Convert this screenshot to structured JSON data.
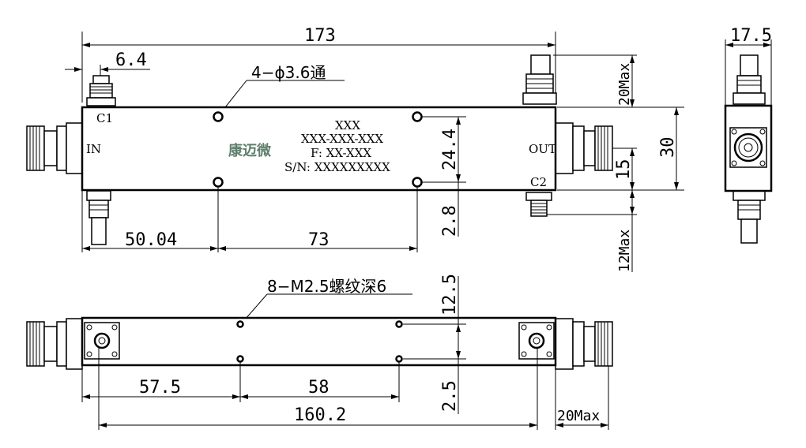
{
  "top_view": {
    "overall_length": "173",
    "connector_offset": "6.4",
    "hole_note": "4−ϕ3.6通",
    "height_20max": "20Max",
    "width_24_4": "24.4",
    "height_30": "30",
    "offset_15": "15",
    "offset_2_8": "2.8",
    "height_12max": "12Max",
    "dim_50_04": "50.04",
    "dim_73": "73",
    "port_c1": "C1",
    "port_c2": "C2",
    "port_in": "IN",
    "port_out": "OUT",
    "label_line1": "XXX",
    "label_line2": "XXX-XXX-XXX",
    "label_line3": "F: XX-XXX",
    "label_line4": "S/N: XXXXXXXXX",
    "logo": "康迈微"
  },
  "side_view": {
    "width_17_5": "17.5"
  },
  "bottom_view": {
    "thread_note": "8−M2.5螺纹深6",
    "dim_12_5": "12.5",
    "dim_2_5": "2.5",
    "dim_57_5": "57.5",
    "dim_58": "58",
    "dim_160_2": "160.2",
    "dim_20max": "20Max"
  }
}
